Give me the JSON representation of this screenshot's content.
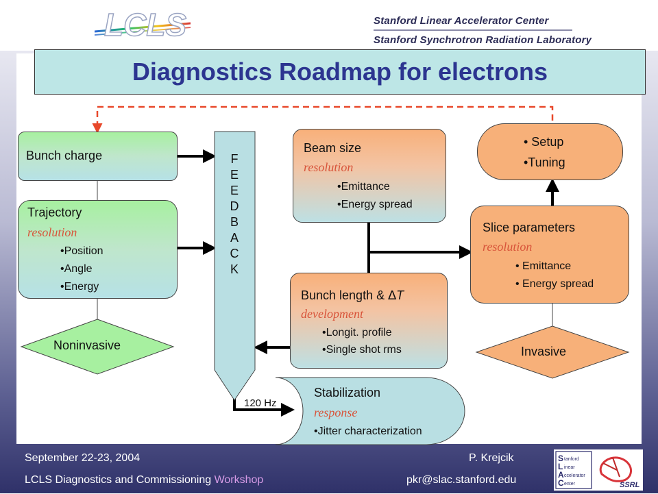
{
  "header": {
    "logo_text": "LCLS",
    "org_line1": "Stanford Linear Accelerator Center",
    "org_line2": "Stanford Synchrotron Radiation Laboratory"
  },
  "title": "Diagnostics Roadmap for electrons",
  "bunch_charge": {
    "label": "Bunch charge"
  },
  "trajectory": {
    "label": "Trajectory",
    "sub": "resolution",
    "bullets": [
      "•Position",
      "•Angle",
      "•Energy"
    ]
  },
  "noninvasive": {
    "label": "Noninvasive"
  },
  "feedback": {
    "letters": [
      "F",
      "E",
      "E",
      "D",
      "B",
      "A",
      "C",
      "K"
    ]
  },
  "beam_size": {
    "label": "Beam size",
    "sub": "resolution",
    "bullets": [
      "•Emittance",
      "•Energy spread"
    ]
  },
  "bunch_length": {
    "label": "Bunch length & ",
    "delta": "∆",
    "t": "T",
    "sub": "development",
    "bullets": [
      "•Longit. profile",
      "•Single shot rms"
    ]
  },
  "stabilization": {
    "label": "Stabilization",
    "sub": "response",
    "bullets": [
      "•Jitter characterization"
    ]
  },
  "freq": "120 Hz",
  "setup": {
    "bullets": [
      "• Setup",
      "•Tuning"
    ]
  },
  "slice": {
    "label": "Slice parameters",
    "sub": "resolution",
    "bullets": [
      "• Emittance",
      "• Energy spread"
    ]
  },
  "invasive": {
    "label": "Invasive"
  },
  "footer": {
    "date": "September 22-23, 2004",
    "author": "P. Krejcik",
    "event_main": "LCLS Diagnostics and Commissioning ",
    "event_workshop": "Workshop",
    "email": "pkr@slac.stanford.edu",
    "slac_letters": [
      "S",
      "L",
      "A",
      "C"
    ],
    "slac_words": [
      "tanford",
      "inear",
      "ccelerator",
      "enter"
    ],
    "ssrl": "SSRL"
  },
  "colors": {
    "title_text": "#2c3590",
    "title_bg": "#bde6e6",
    "subtitle_red": "#d8543a",
    "dashed_arrow": "#e8482a",
    "green_top": "#a7f0a0",
    "orange_top": "#f8b07a",
    "cyan_bottom": "#b6e1e6"
  }
}
